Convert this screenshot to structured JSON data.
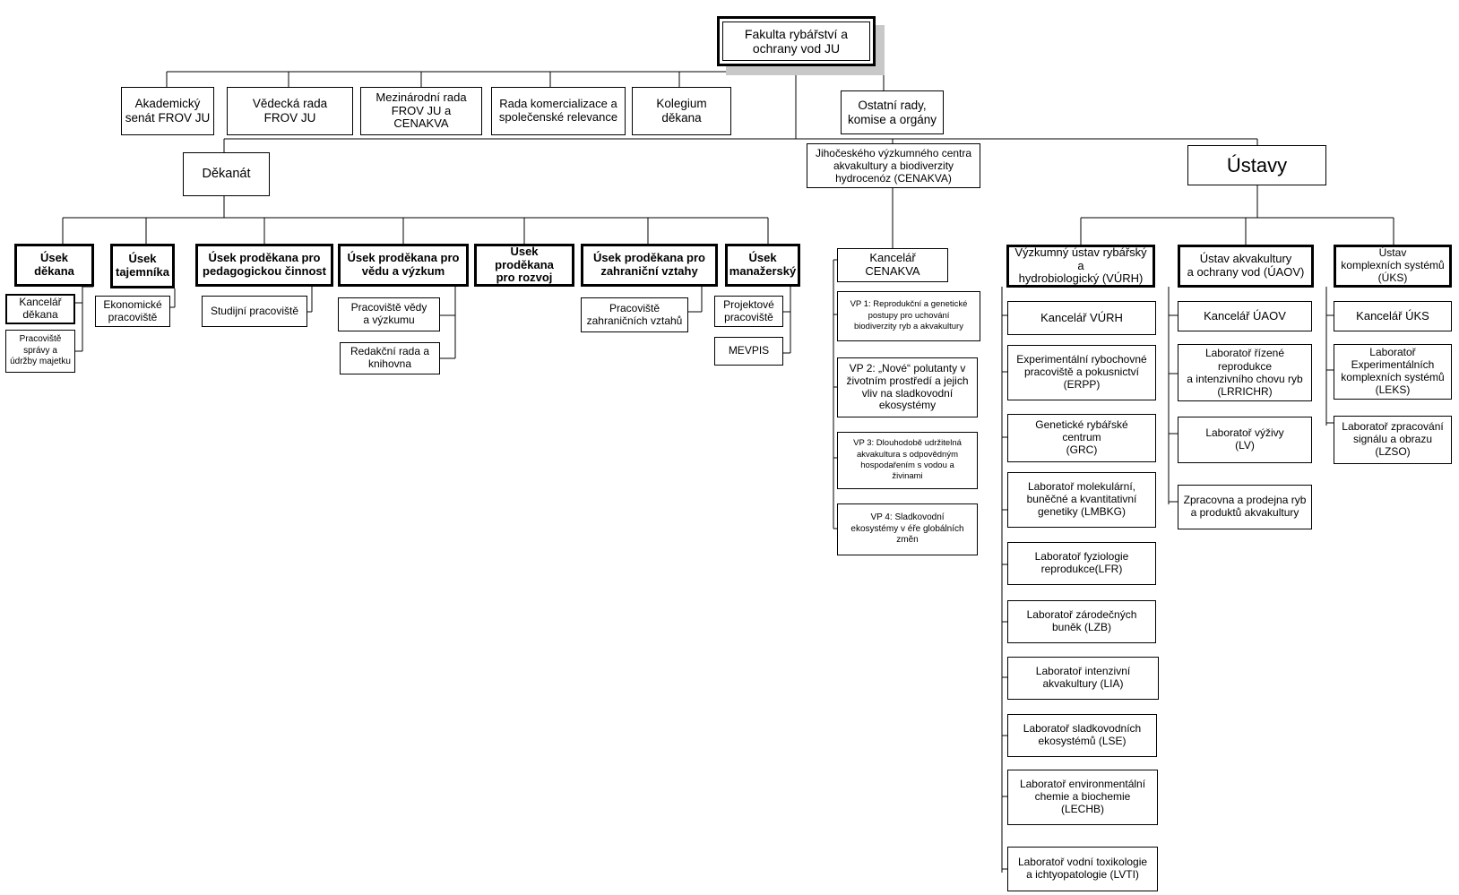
{
  "root": "Fakulta rybářství a\nochrany vod JU",
  "bodies": {
    "senat": "Akademický\nsenát FROV JU",
    "vedecka": "Vědecká rada\nFROV JU",
    "mezinarodni": "Mezinárodní rada\nFROV JU a\nCENAKVA",
    "komercializace": "Rada komercializace a\nspolečenské relevance",
    "kolegium": "Kolegium děkana",
    "ostatni": "Ostatní rady,\nkomise a orgány"
  },
  "dekanat": {
    "title": "Děkanát",
    "usek_dekana": "Úsek děkana",
    "kancelar_dekana": "Kancelář\nděkana",
    "pracoviste_spravy": "Pracoviště\nsprávy a\núdržby majetku",
    "usek_tajemnika": "Úsek\ntajemníka",
    "ekonomicke": "Ekonomické\npracoviště",
    "usek_pedagog": "Úsek proděkana pro\npedagogickou činnost",
    "studijni": "Studijní pracoviště",
    "usek_veda": "Úsek proděkana pro\nvědu a výzkum",
    "pracoviste_vedy": "Pracoviště vědy\na výzkumu",
    "redakcni": "Redakční rada a\nknihovna",
    "usek_rozvoj": "Úsek proděkana\npro rozvoj",
    "usek_zahranicni": "Úsek proděkana pro\nzahraniční vztahy",
    "zahranicni_prac": "Pracoviště\nzahraničních vztahů",
    "usek_manazersky": "Úsek\nmanažerský",
    "projektove": "Projektové\npracoviště",
    "mevpis": "MEVPIS"
  },
  "cenakva": {
    "title": "Jihočeského výzkumného centra\nakvakultury a biodiverzity\nhydrocenóz (CENAKVA)",
    "kancelar": "Kancelář CENAKVA",
    "vp1": "VP 1: Reprodukční a genetické\npostupy pro uchování\nbiodiverzity ryb a akvakultury",
    "vp2": "VP 2: „Nové“ polutanty v\nživotním prostředí a jejich\nvliv na sladkovodní\nekosystémy",
    "vp3": "VP 3: Dlouhodobě udržitelná\nakvakultura s odpovědným\nhospodařením s vodou a\nživinami",
    "vp4": "VP 4: Sladkovodní\nekosystémy v éře globálních\nzměn"
  },
  "ustavy": {
    "title": "Ústavy",
    "vurh": {
      "title": "Výzkumný ústav rybářský a\nhydrobiologický (VÚRH)",
      "items": [
        "Kancelář VÚRH",
        "Experimentální rybochovné\npracoviště a pokusnictví\n(ERPP)",
        "Genetické rybářské\ncentrum\n(GRC)",
        "Laboratoř molekulární,\nbuněčné a kvantitativní\ngenetiky (LMBKG)",
        "Laboratoř fyziologie\nreprodukce(LFR)",
        "Laboratoř zárodečných\nbuněk (LZB)",
        "Laboratoř intenzivní\nakvakultury (LIA)",
        "Laboratoř sladkovodních\nekosystémů (LSE)",
        "Laboratoř environmentální\nchemie a biochemie\n(LECHB)",
        "Laboratoř vodní toxikologie\na ichtyopatologie (LVTI)"
      ]
    },
    "uaov": {
      "title": "Ústav akvakultury\na ochrany vod (ÚAOV)",
      "items": [
        "Kancelář ÚAOV",
        "Laboratoř řízené\nreprodukce\na intenzivního chovu ryb\n(LRRICHR)",
        "Laboratoř výživy\n(LV)",
        "Zpracovna a prodejna ryb\na produktů akvakultury"
      ]
    },
    "uks": {
      "title": "Ústav\nkomplexních systémů\n(ÚKS)",
      "items": [
        "Kancelář ÚKS",
        "Laboratoř\nExperimentálních\nkomplexních systémů\n(LEKS)",
        "Laboratoř zpracování\nsignálu a obrazu\n(LZSO)"
      ]
    }
  }
}
